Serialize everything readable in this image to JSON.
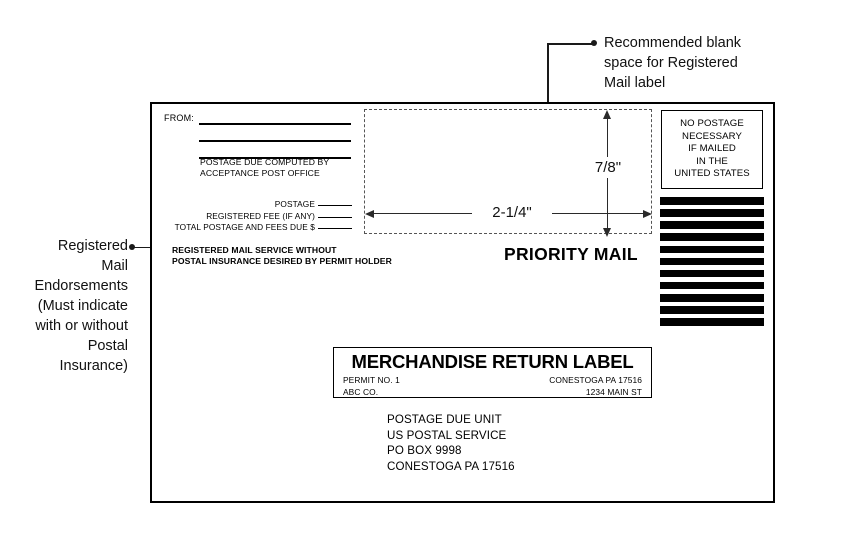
{
  "annotations": {
    "top_callout": "Recommended blank\nspace for Registered\nMail label",
    "left_callout": "Registered\nMail\nEndorsements\n(Must indicate\nwith or without\nPostal\nInsurance)"
  },
  "dimensions": {
    "width_label": "2-1/4\"",
    "height_label": "7/8\""
  },
  "envelope": {
    "from_label": "FROM:",
    "postage_due_note": "POSTAGE DUE COMPUTED BY\nACCEPTANCE POST OFFICE",
    "fees": [
      "POSTAGE",
      "REGISTERED FEE (IF ANY)",
      "TOTAL POSTAGE AND FEES DUE $"
    ],
    "endorsement": "REGISTERED MAIL SERVICE WITHOUT\nPOSTAL INSURANCE DESIRED BY PERMIT HOLDER",
    "priority_mail": "PRIORITY MAIL",
    "no_postage_box": [
      "NO POSTAGE",
      "NECESSARY",
      "IF MAILED",
      "IN THE",
      "UNITED STATES"
    ],
    "barcode_bar_count": 11,
    "merchandise_label": {
      "title": "MERCHANDISE RETURN LABEL",
      "permit_no": "PERMIT NO. 1",
      "city_state_zip": "CONESTOGA PA 17516",
      "company": "ABC CO.",
      "street": "1234 MAIN ST"
    },
    "delivery_address": "POSTAGE DUE UNIT\nUS POSTAL SERVICE\nPO BOX 9998\nCONESTOGA PA 17516"
  },
  "colors": {
    "ink": "#000000",
    "leader": "#1a1a1a",
    "dashed_border": "#555555"
  }
}
